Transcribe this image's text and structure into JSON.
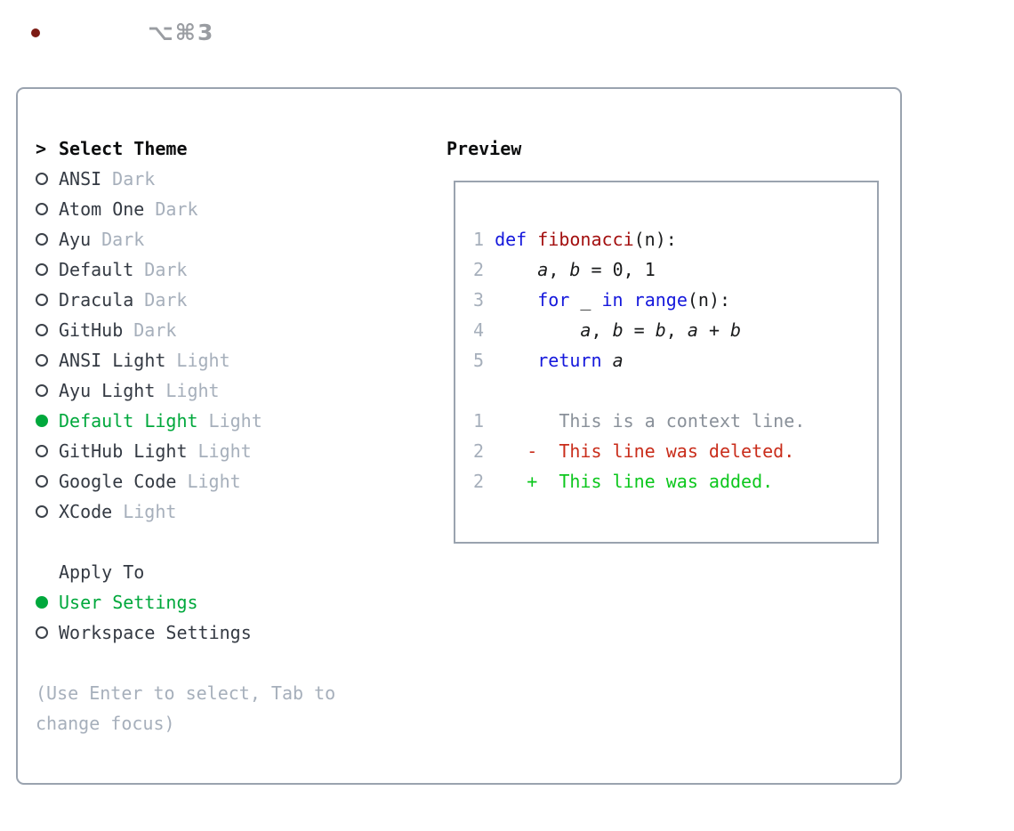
{
  "window": {
    "shortcut_label": "⌥⌘3"
  },
  "traffic_lights": {
    "close_color": "#f2605a",
    "close_dot_color": "#7c1b14",
    "minimize_color": "#f7bd45",
    "zoom_color": "#3ac14e"
  },
  "theme_selector": {
    "header": "Select Theme",
    "header_prefix": ">",
    "options": [
      {
        "name": "ANSI",
        "variant": "Dark",
        "selected": false
      },
      {
        "name": "Atom One",
        "variant": "Dark",
        "selected": false
      },
      {
        "name": "Ayu",
        "variant": "Dark",
        "selected": false
      },
      {
        "name": "Default",
        "variant": "Dark",
        "selected": false
      },
      {
        "name": "Dracula",
        "variant": "Dark",
        "selected": false
      },
      {
        "name": "GitHub",
        "variant": "Dark",
        "selected": false
      },
      {
        "name": "ANSI Light",
        "variant": "Light",
        "selected": false
      },
      {
        "name": "Ayu Light",
        "variant": "Light",
        "selected": false
      },
      {
        "name": "Default Light",
        "variant": "Light",
        "selected": true
      },
      {
        "name": "GitHub Light",
        "variant": "Light",
        "selected": false
      },
      {
        "name": "Google Code",
        "variant": "Light",
        "selected": false
      },
      {
        "name": "XCode",
        "variant": "Light",
        "selected": false
      }
    ]
  },
  "apply_to": {
    "header": "Apply To",
    "options": [
      {
        "name": "User Settings",
        "selected": true
      },
      {
        "name": "Workspace Settings",
        "selected": false
      }
    ]
  },
  "help_text": "(Use Enter to select, Tab to change focus)",
  "preview": {
    "title": "Preview",
    "lines": [
      [
        [
          "num",
          "1 "
        ],
        [
          "kw",
          "def"
        ],
        [
          "plain",
          " "
        ],
        [
          "fn",
          "fibonacci"
        ],
        [
          "plain",
          "(n):"
        ]
      ],
      [
        [
          "num",
          "2 "
        ],
        [
          "plain",
          "    "
        ],
        [
          "var",
          "a"
        ],
        [
          "plain",
          ", "
        ],
        [
          "var",
          "b"
        ],
        [
          "plain",
          " = 0, 1"
        ]
      ],
      [
        [
          "num",
          "3 "
        ],
        [
          "plain",
          "    "
        ],
        [
          "kw",
          "for"
        ],
        [
          "plain",
          " _ "
        ],
        [
          "kw",
          "in"
        ],
        [
          "plain",
          " "
        ],
        [
          "kw",
          "range"
        ],
        [
          "plain",
          "(n):"
        ]
      ],
      [
        [
          "num",
          "4 "
        ],
        [
          "plain",
          "        "
        ],
        [
          "var",
          "a"
        ],
        [
          "plain",
          ", "
        ],
        [
          "var",
          "b"
        ],
        [
          "plain",
          " = "
        ],
        [
          "var",
          "b"
        ],
        [
          "plain",
          ", "
        ],
        [
          "var",
          "a"
        ],
        [
          "plain",
          " + "
        ],
        [
          "var",
          "b"
        ]
      ],
      [
        [
          "num",
          "5 "
        ],
        [
          "plain",
          "    "
        ],
        [
          "kw",
          "return"
        ],
        [
          "plain",
          " "
        ],
        [
          "var",
          "a"
        ]
      ],
      [],
      [
        [
          "num",
          "1"
        ],
        [
          "plain",
          "       "
        ],
        [
          "ctx",
          "This is a context line."
        ]
      ],
      [
        [
          "num",
          "2"
        ],
        [
          "plain",
          "    "
        ],
        [
          "del",
          "-  This line was deleted."
        ]
      ],
      [
        [
          "num",
          "2"
        ],
        [
          "plain",
          "    "
        ],
        [
          "add",
          "+  This line was added."
        ]
      ]
    ]
  },
  "colors": {
    "selection_green": "#00a83c",
    "added_green": "#0cc71d",
    "deleted_red": "#c92d1b",
    "keyword_blue": "#1518dc",
    "function_red": "#a30f0f",
    "muted_gray": "#a6afbb",
    "context_gray": "#899099",
    "border_gray": "#9aa3af",
    "text_dark": "#343a43"
  }
}
